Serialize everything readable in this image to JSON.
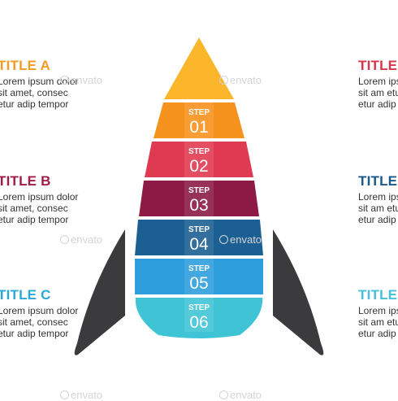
{
  "left_blocks": [
    {
      "title": "TITLE A",
      "color": "#f39c25",
      "lines": [
        "Lorem ipsum dolor",
        "sit amet, consec",
        "etur adip tempor"
      ]
    },
    {
      "title": "TITLE B",
      "color": "#a01c4a",
      "lines": [
        "Lorem ipsum dolor",
        "sit amet, consec",
        "etur adip tempor"
      ]
    },
    {
      "title": "TITLE C",
      "color": "#2aa8d8",
      "lines": [
        "Lorem ipsum dolor",
        "sit amet, consec",
        "etur adip tempor"
      ]
    }
  ],
  "right_blocks": [
    {
      "title": "TITLE",
      "color": "#d6354b",
      "lines": [
        "Lorem ipsum",
        "sit am etur",
        "etur adip"
      ]
    },
    {
      "title": "TITLE",
      "color": "#1a5a8a",
      "lines": [
        "Lorem ipsum",
        "sit am etur",
        "etur adip"
      ]
    },
    {
      "title": "TITLE",
      "color": "#44c1da",
      "lines": [
        "Lorem ipsum",
        "sit am etur",
        "etur adip"
      ]
    }
  ],
  "steps": [
    {
      "label": "STEP",
      "number": "01",
      "color": "#f6921e"
    },
    {
      "label": "STEP",
      "number": "02",
      "color": "#e03a52"
    },
    {
      "label": "STEP",
      "number": "03",
      "color": "#8c1a45"
    },
    {
      "label": "STEP",
      "number": "04",
      "color": "#1c5f92"
    },
    {
      "label": "STEP",
      "number": "05",
      "color": "#2e9fdc"
    },
    {
      "label": "STEP",
      "number": "06",
      "color": "#3fc4d6"
    }
  ],
  "nose_color": "#fbb62b",
  "fin_color": "#3b3b3e",
  "watermark": "envato"
}
